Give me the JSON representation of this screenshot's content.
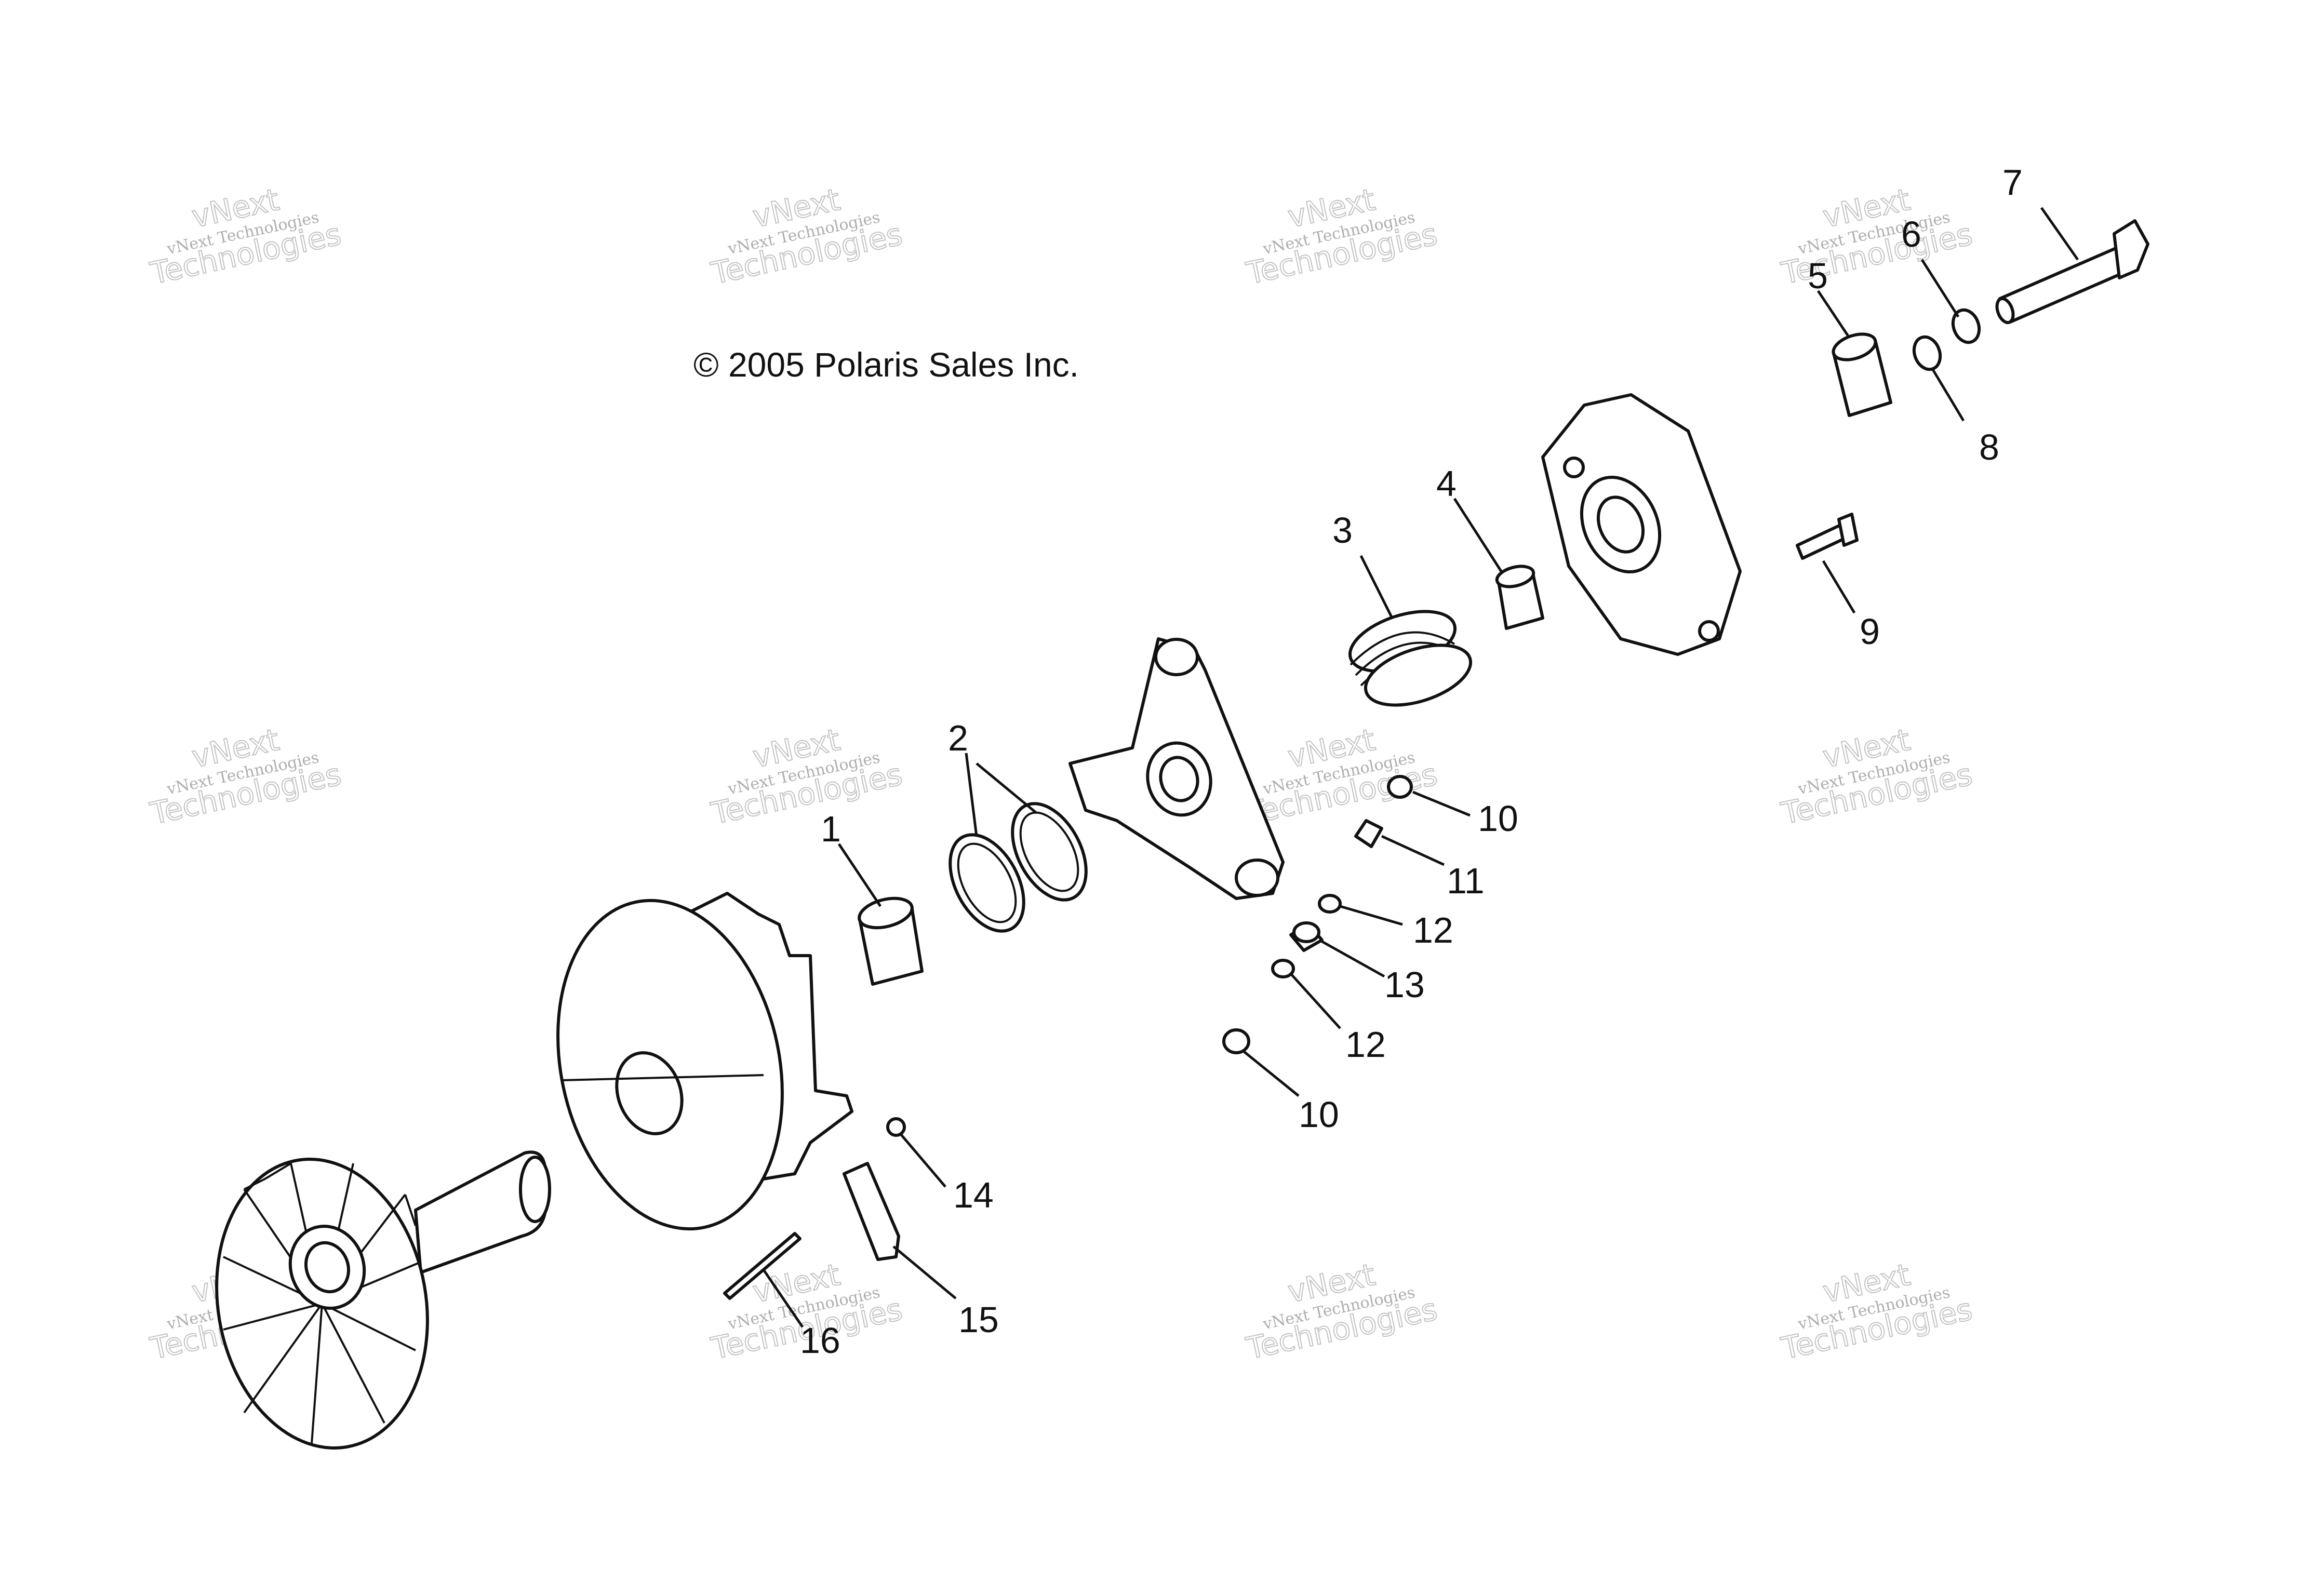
{
  "copyright": "© 2005 Polaris Sales Inc.",
  "watermark": {
    "line1": "vNext",
    "line2": "vNext Technologies",
    "line3": "Technologies"
  },
  "callouts": [
    "1",
    "2",
    "3",
    "4",
    "5",
    "6",
    "7",
    "8",
    "9",
    "10",
    "11",
    "12",
    "13",
    "14",
    "15",
    "16",
    "10",
    "12"
  ],
  "colors": {
    "ink": "#111111",
    "watermark": "#9a9a9a",
    "background": "#ffffff"
  }
}
